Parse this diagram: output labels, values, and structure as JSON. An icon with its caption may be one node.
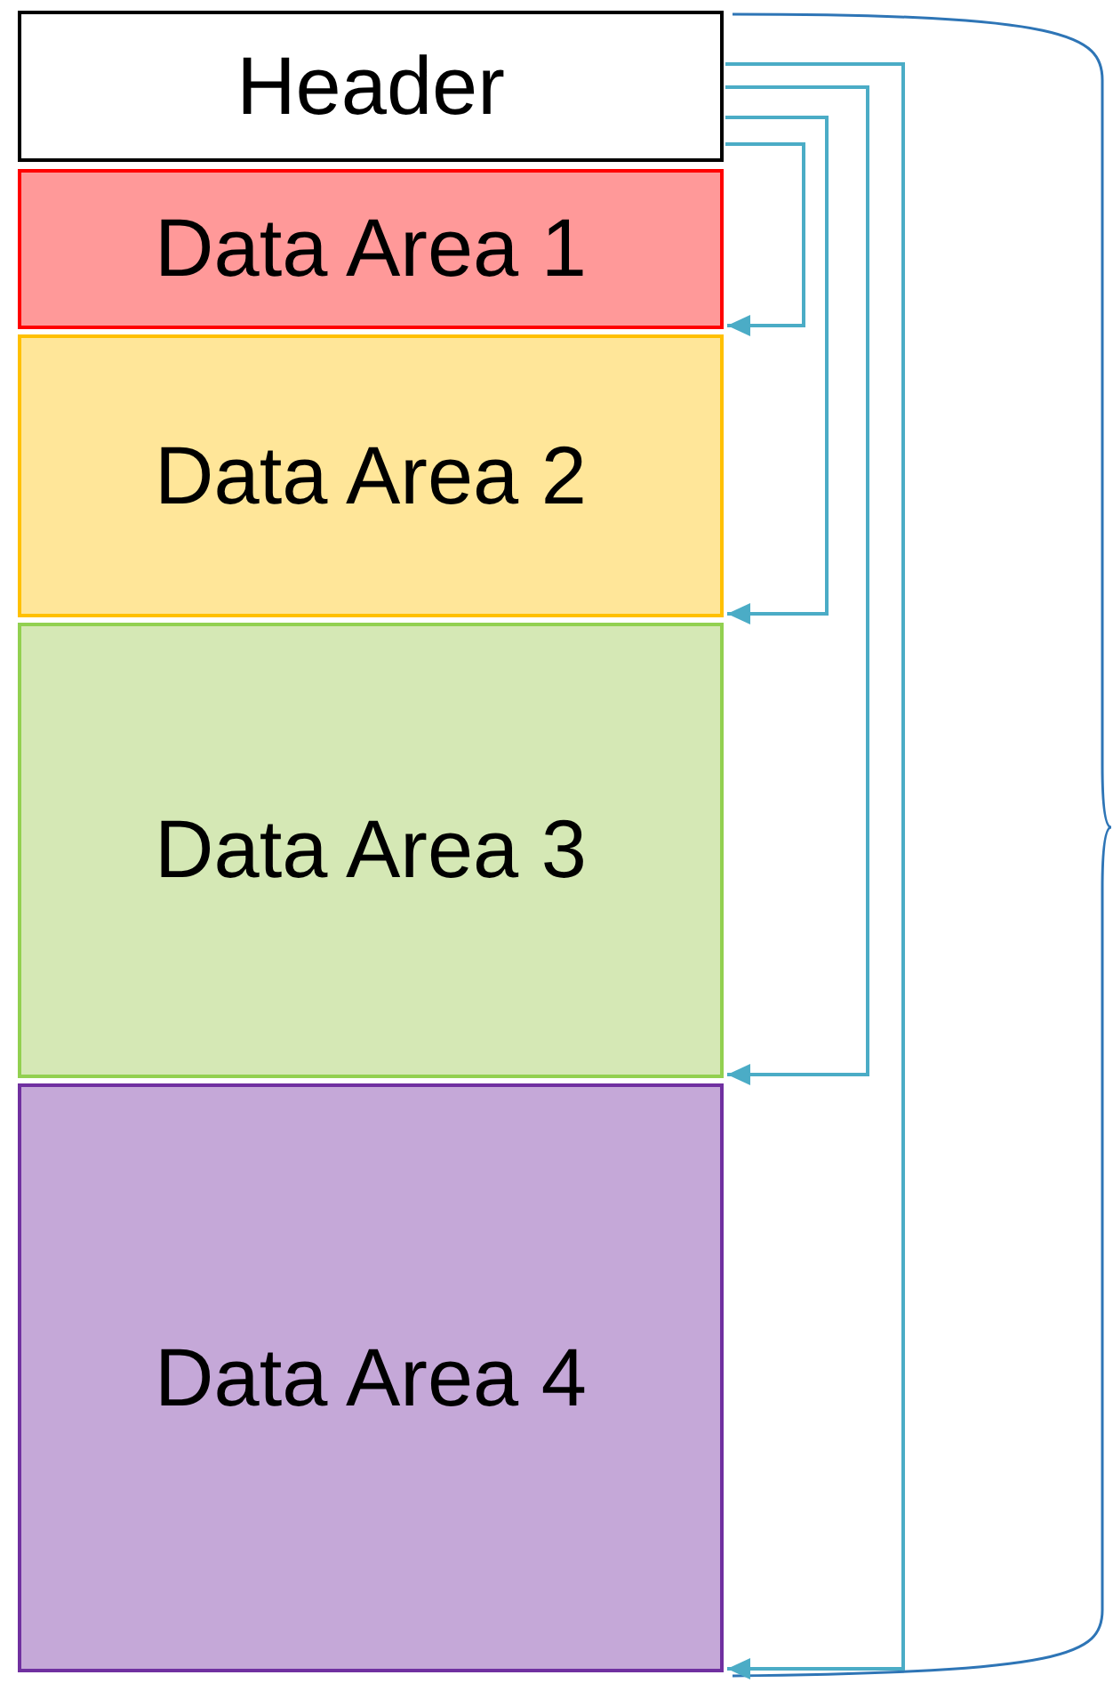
{
  "diagram": {
    "nodes": [
      {
        "text": [
          "Header"
        ]
      },
      {
        "text": [
          "Data Area 1"
        ]
      },
      {
        "text": [
          "Data Area 2"
        ]
      },
      {
        "text": [
          "Data Area 3"
        ]
      },
      {
        "text": [
          "Data Area 4"
        ]
      }
    ],
    "edges": [
      {
        "from": 0,
        "to": 1,
        "arrow": "to"
      },
      {
        "from": 0,
        "to": 2,
        "arrow": "to"
      },
      {
        "from": 0,
        "to": 3,
        "arrow": "to"
      },
      {
        "from": 0,
        "to": 4,
        "arrow": "to"
      }
    ]
  }
}
